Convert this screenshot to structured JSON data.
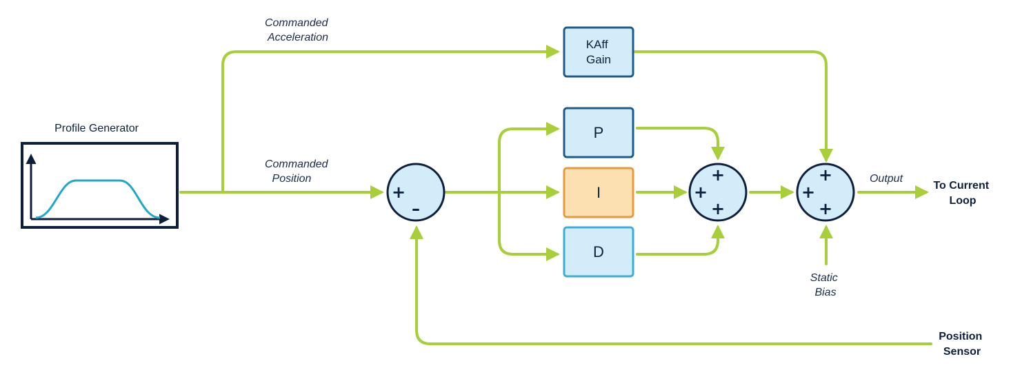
{
  "profile_generator": {
    "title": "Profile Generator"
  },
  "signals": {
    "commanded_acceleration": [
      "Commanded",
      "Acceleration"
    ],
    "commanded_position": [
      "Commanded",
      "Position"
    ],
    "output": "Output",
    "static_bias": [
      "Static",
      "Bias"
    ]
  },
  "blocks": {
    "kaff": [
      "KAff",
      "Gain"
    ],
    "p": "P",
    "i": "I",
    "d": "D"
  },
  "summing_junctions": {
    "error": {
      "plus": "+",
      "minus": "–"
    },
    "pid_sum": {
      "signs": [
        "+",
        "+",
        "+"
      ]
    },
    "output_sum": {
      "signs": [
        "+",
        "+",
        "+"
      ]
    }
  },
  "terminals": {
    "to_current_loop": [
      "To Current",
      "Loop"
    ],
    "position_sensor": [
      "Position",
      "Sensor"
    ]
  },
  "colors": {
    "wire": "#a8cf3a",
    "block_fill": "#d3ecf9",
    "block_stroke": "#1d5b8a",
    "i_block_fill": "#fde0b2",
    "i_block_stroke": "#e69a3a",
    "d_block_stroke": "#3aaed6",
    "profile_curve": "#1fa8c8",
    "dark": "#0d1f3c"
  }
}
